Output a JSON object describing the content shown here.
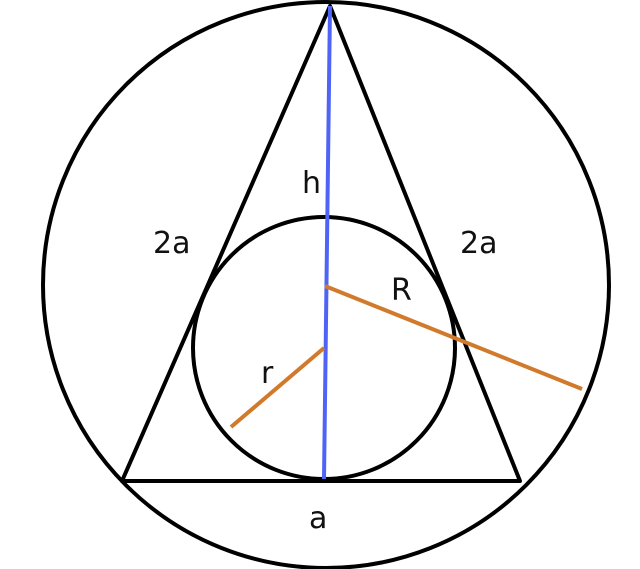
{
  "labels": {
    "height": "h",
    "left_side": "2a",
    "right_side": "2a",
    "circumradius": "R",
    "inradius": "r",
    "base": "a"
  },
  "colors": {
    "outline": "#000000",
    "height_line": "#4f64f7",
    "radius_lines": "#d27a2c"
  }
}
